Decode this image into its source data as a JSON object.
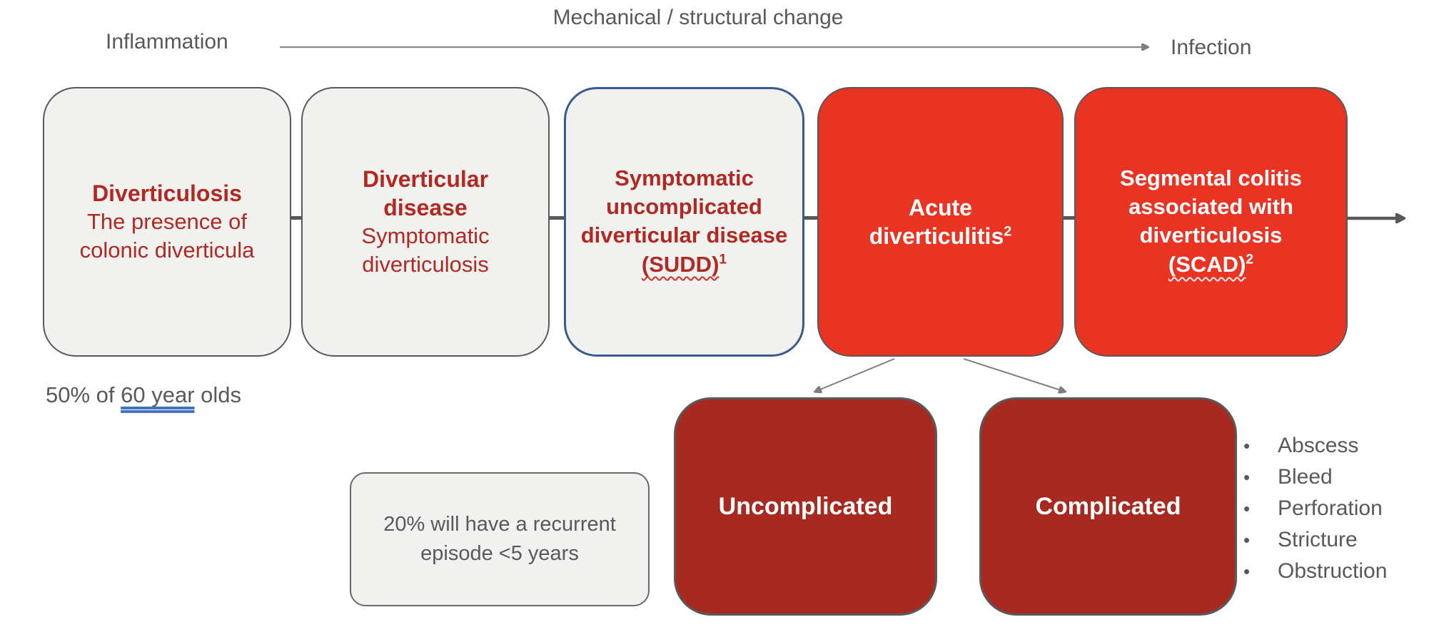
{
  "header": {
    "left_label": "Inflammation",
    "center_label": "Mechanical / structural change",
    "right_label": "Infection"
  },
  "spectrum": {
    "box1": {
      "title": "Diverticulosis",
      "body": "The presence of colonic diverticula"
    },
    "box2": {
      "title": "Diverticular disease",
      "body": "Symptomatic diverticulosis"
    },
    "box3": {
      "title": "Symptomatic uncomplicated diverticular disease",
      "abbr": "(SUDD)",
      "sup": "1"
    },
    "box4": {
      "title": "Acute diverticulitis",
      "sup": "2"
    },
    "box5": {
      "title": "Segmental colitis associated with diverticulosis",
      "abbr": "(SCAD)",
      "sup": "2"
    }
  },
  "stats": {
    "prevalence_prefix": "50% of ",
    "prevalence_underlined": "60 year",
    "prevalence_suffix": " olds",
    "recurrence_note": "20% will have a recurrent episode <5 years"
  },
  "outcomes": {
    "uncomplicated_label": "Uncomplicated",
    "complicated_label": "Complicated"
  },
  "complications": {
    "items": [
      "Abscess",
      "Bleed",
      "Perforation",
      "Stricture",
      "Obstruction"
    ]
  },
  "colors": {
    "bright_red_fill": "#E93323",
    "dark_red_fill": "#A8291F",
    "dark_red_text": "#B02A23",
    "gray_text": "#595959",
    "light_gray_fill": "#F1F1F0",
    "blue_border": "#3A5B8F",
    "spellcheck_red": "#CC3126",
    "grammar_blue": "#4472C4"
  }
}
